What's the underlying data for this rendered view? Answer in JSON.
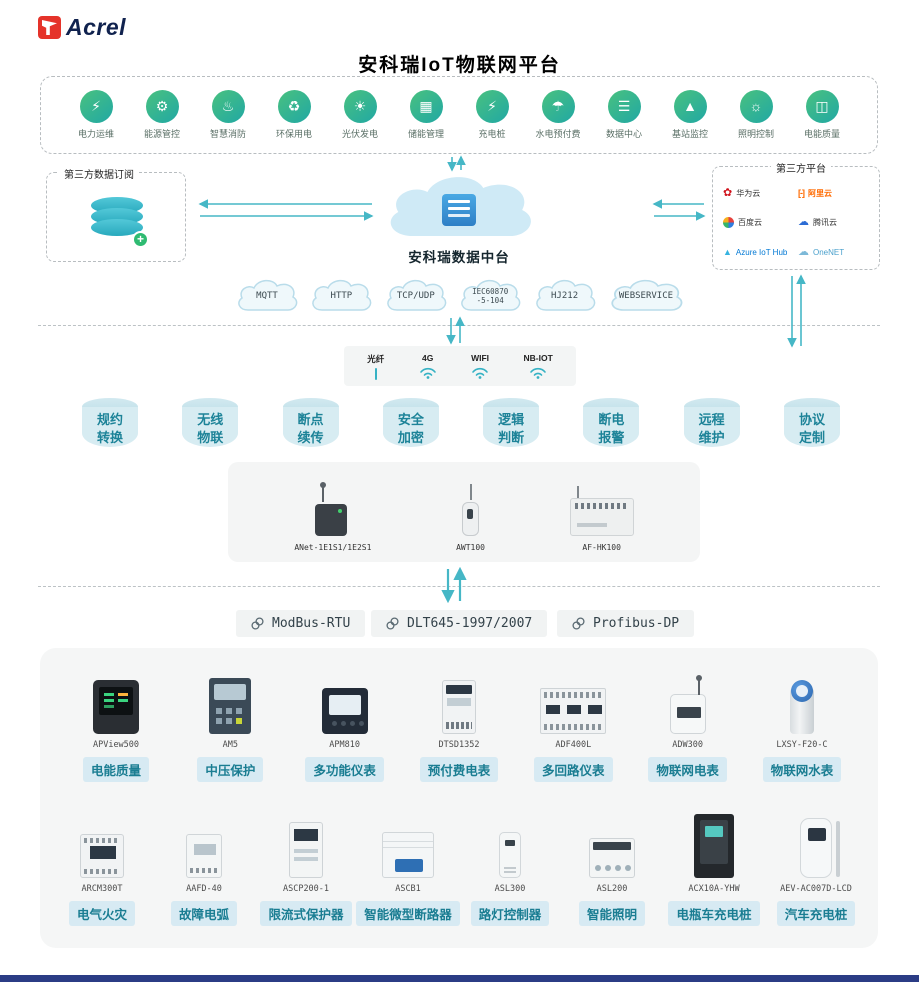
{
  "logo": {
    "text": "Acrel"
  },
  "title": "安科瑞IoT物联网平台",
  "colors": {
    "accent": "#35b5c2",
    "pill_bg": "#d7eaf3",
    "pill_text": "#1a7d92",
    "app_icon_green": "#49c17f",
    "app_icon_teal": "#21a8a4"
  },
  "applications": [
    {
      "label": "电力运维",
      "glyph": "⚡"
    },
    {
      "label": "能源管控",
      "glyph": "⚙"
    },
    {
      "label": "智慧消防",
      "glyph": "♨"
    },
    {
      "label": "环保用电",
      "glyph": "♻"
    },
    {
      "label": "光伏发电",
      "glyph": "☀"
    },
    {
      "label": "储能管理",
      "glyph": "▦"
    },
    {
      "label": "充电桩",
      "glyph": "⚡"
    },
    {
      "label": "水电预付费",
      "glyph": "☂"
    },
    {
      "label": "数据中心",
      "glyph": "☰"
    },
    {
      "label": "基站监控",
      "glyph": "▲"
    },
    {
      "label": "照明控制",
      "glyph": "☼"
    },
    {
      "label": "电能质量",
      "glyph": "◫"
    }
  ],
  "integration": {
    "left_box_title": "第三方数据订阅",
    "center_label": "安科瑞数据中台",
    "right_box_title": "第三方平台",
    "platforms": [
      {
        "name": "华为云",
        "glyph": "✿"
      },
      {
        "name": "阿里云",
        "glyph": "[-]"
      },
      {
        "name": "百度云",
        "glyph": ""
      },
      {
        "name": "腾讯云",
        "glyph": "☁"
      },
      {
        "name": "Azure IoT Hub",
        "glyph": "▲"
      },
      {
        "name": "OneNET",
        "glyph": "☁"
      }
    ]
  },
  "transport_protocols": [
    {
      "label": "MQTT"
    },
    {
      "label": "HTTP"
    },
    {
      "label": "TCP/UDP"
    },
    {
      "label": "IEC60870\n-5-104"
    },
    {
      "label": "HJ212"
    },
    {
      "label": "WEBSERVICE"
    }
  ],
  "connectivity": [
    {
      "label": "光纤"
    },
    {
      "label": "4G"
    },
    {
      "label": "WIFI"
    },
    {
      "label": "NB-IOT"
    }
  ],
  "capabilities": [
    {
      "label": "规约\n转换"
    },
    {
      "label": "无线\n物联"
    },
    {
      "label": "断点\n续传"
    },
    {
      "label": "安全\n加密"
    },
    {
      "label": "逻辑\n判断"
    },
    {
      "label": "断电\n报警"
    },
    {
      "label": "远程\n维护"
    },
    {
      "label": "协议\n定制"
    }
  ],
  "gateways": [
    {
      "model": "ANet-1E1S1/1E2S1"
    },
    {
      "model": "AWT100"
    },
    {
      "model": "AF-HK100"
    }
  ],
  "field_protocols": [
    {
      "label": "ModBus-RTU"
    },
    {
      "label": "DLT645-1997/2007"
    },
    {
      "label": "Profibus-DP"
    }
  ],
  "devices_row1": [
    {
      "model": "APView500",
      "label": "电能质量"
    },
    {
      "model": "AM5",
      "label": "中压保护"
    },
    {
      "model": "APM810",
      "label": "多功能仪表"
    },
    {
      "model": "DTSD1352",
      "label": "预付费电表"
    },
    {
      "model": "ADF400L",
      "label": "多回路仪表"
    },
    {
      "model": "ADW300",
      "label": "物联网电表"
    },
    {
      "model": "LXSY-F20-C",
      "label": "物联网水表"
    }
  ],
  "devices_row2": [
    {
      "model": "ARCM300T",
      "label": "电气火灾"
    },
    {
      "model": "AAFD-40",
      "label": "故障电弧"
    },
    {
      "model": "ASCP200-1",
      "label": "限流式保护器"
    },
    {
      "model": "ASCB1",
      "label": "智能微型断路器"
    },
    {
      "model": "ASL300",
      "label": "路灯控制器"
    },
    {
      "model": "ASL200",
      "label": "智能照明"
    },
    {
      "model": "ACX10A-YHW",
      "label": "电瓶车充电桩"
    },
    {
      "model": "AEV-AC007D-LCD",
      "label": "汽车充电桩"
    }
  ]
}
